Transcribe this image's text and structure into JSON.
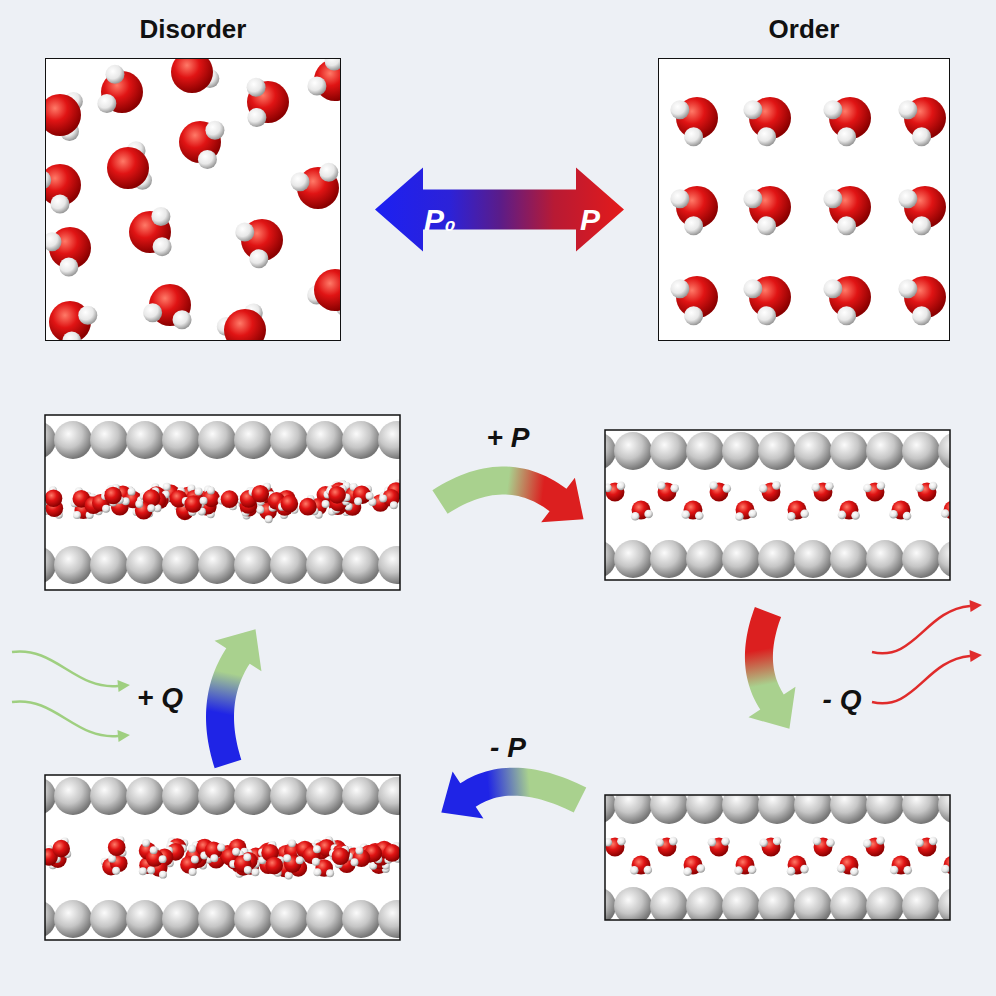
{
  "diagram": {
    "nodes": [
      {
        "text": [
          "Disorder"
        ]
      },
      {
        "text": [
          "Order"
        ]
      }
    ],
    "edges": [
      {
        "from": 0,
        "to": 1,
        "arrow": "both"
      }
    ],
    "labels": [
      "P₀",
      "P",
      "+ P",
      "- Q",
      "- P",
      "+ Q"
    ]
  }
}
